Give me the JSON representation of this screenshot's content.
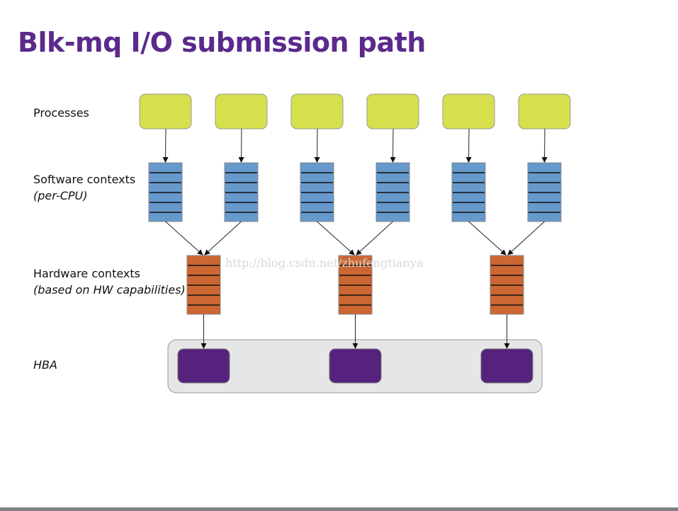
{
  "title": "Blk-mq I/O submission path",
  "labels": {
    "processes": "Processes",
    "software_contexts": "Software contexts",
    "software_contexts_note": "(per-CPU)",
    "hardware_contexts": "Hardware contexts",
    "hardware_contexts_note": "(based on HW capabilities)",
    "hba": "HBA"
  },
  "counts": {
    "processes": 6,
    "software_contexts": 6,
    "hardware_contexts": 3,
    "hba_queues": 3
  },
  "watermark": "http://blog.csdn.net/zhufengtianya",
  "colors": {
    "title": "#5b2a8c",
    "process": "#d6e04c",
    "software_queue": "#6699cc",
    "hardware_queue": "#cc6633",
    "hba_queue": "#55237d",
    "hba_container": "#e6e6e8"
  }
}
